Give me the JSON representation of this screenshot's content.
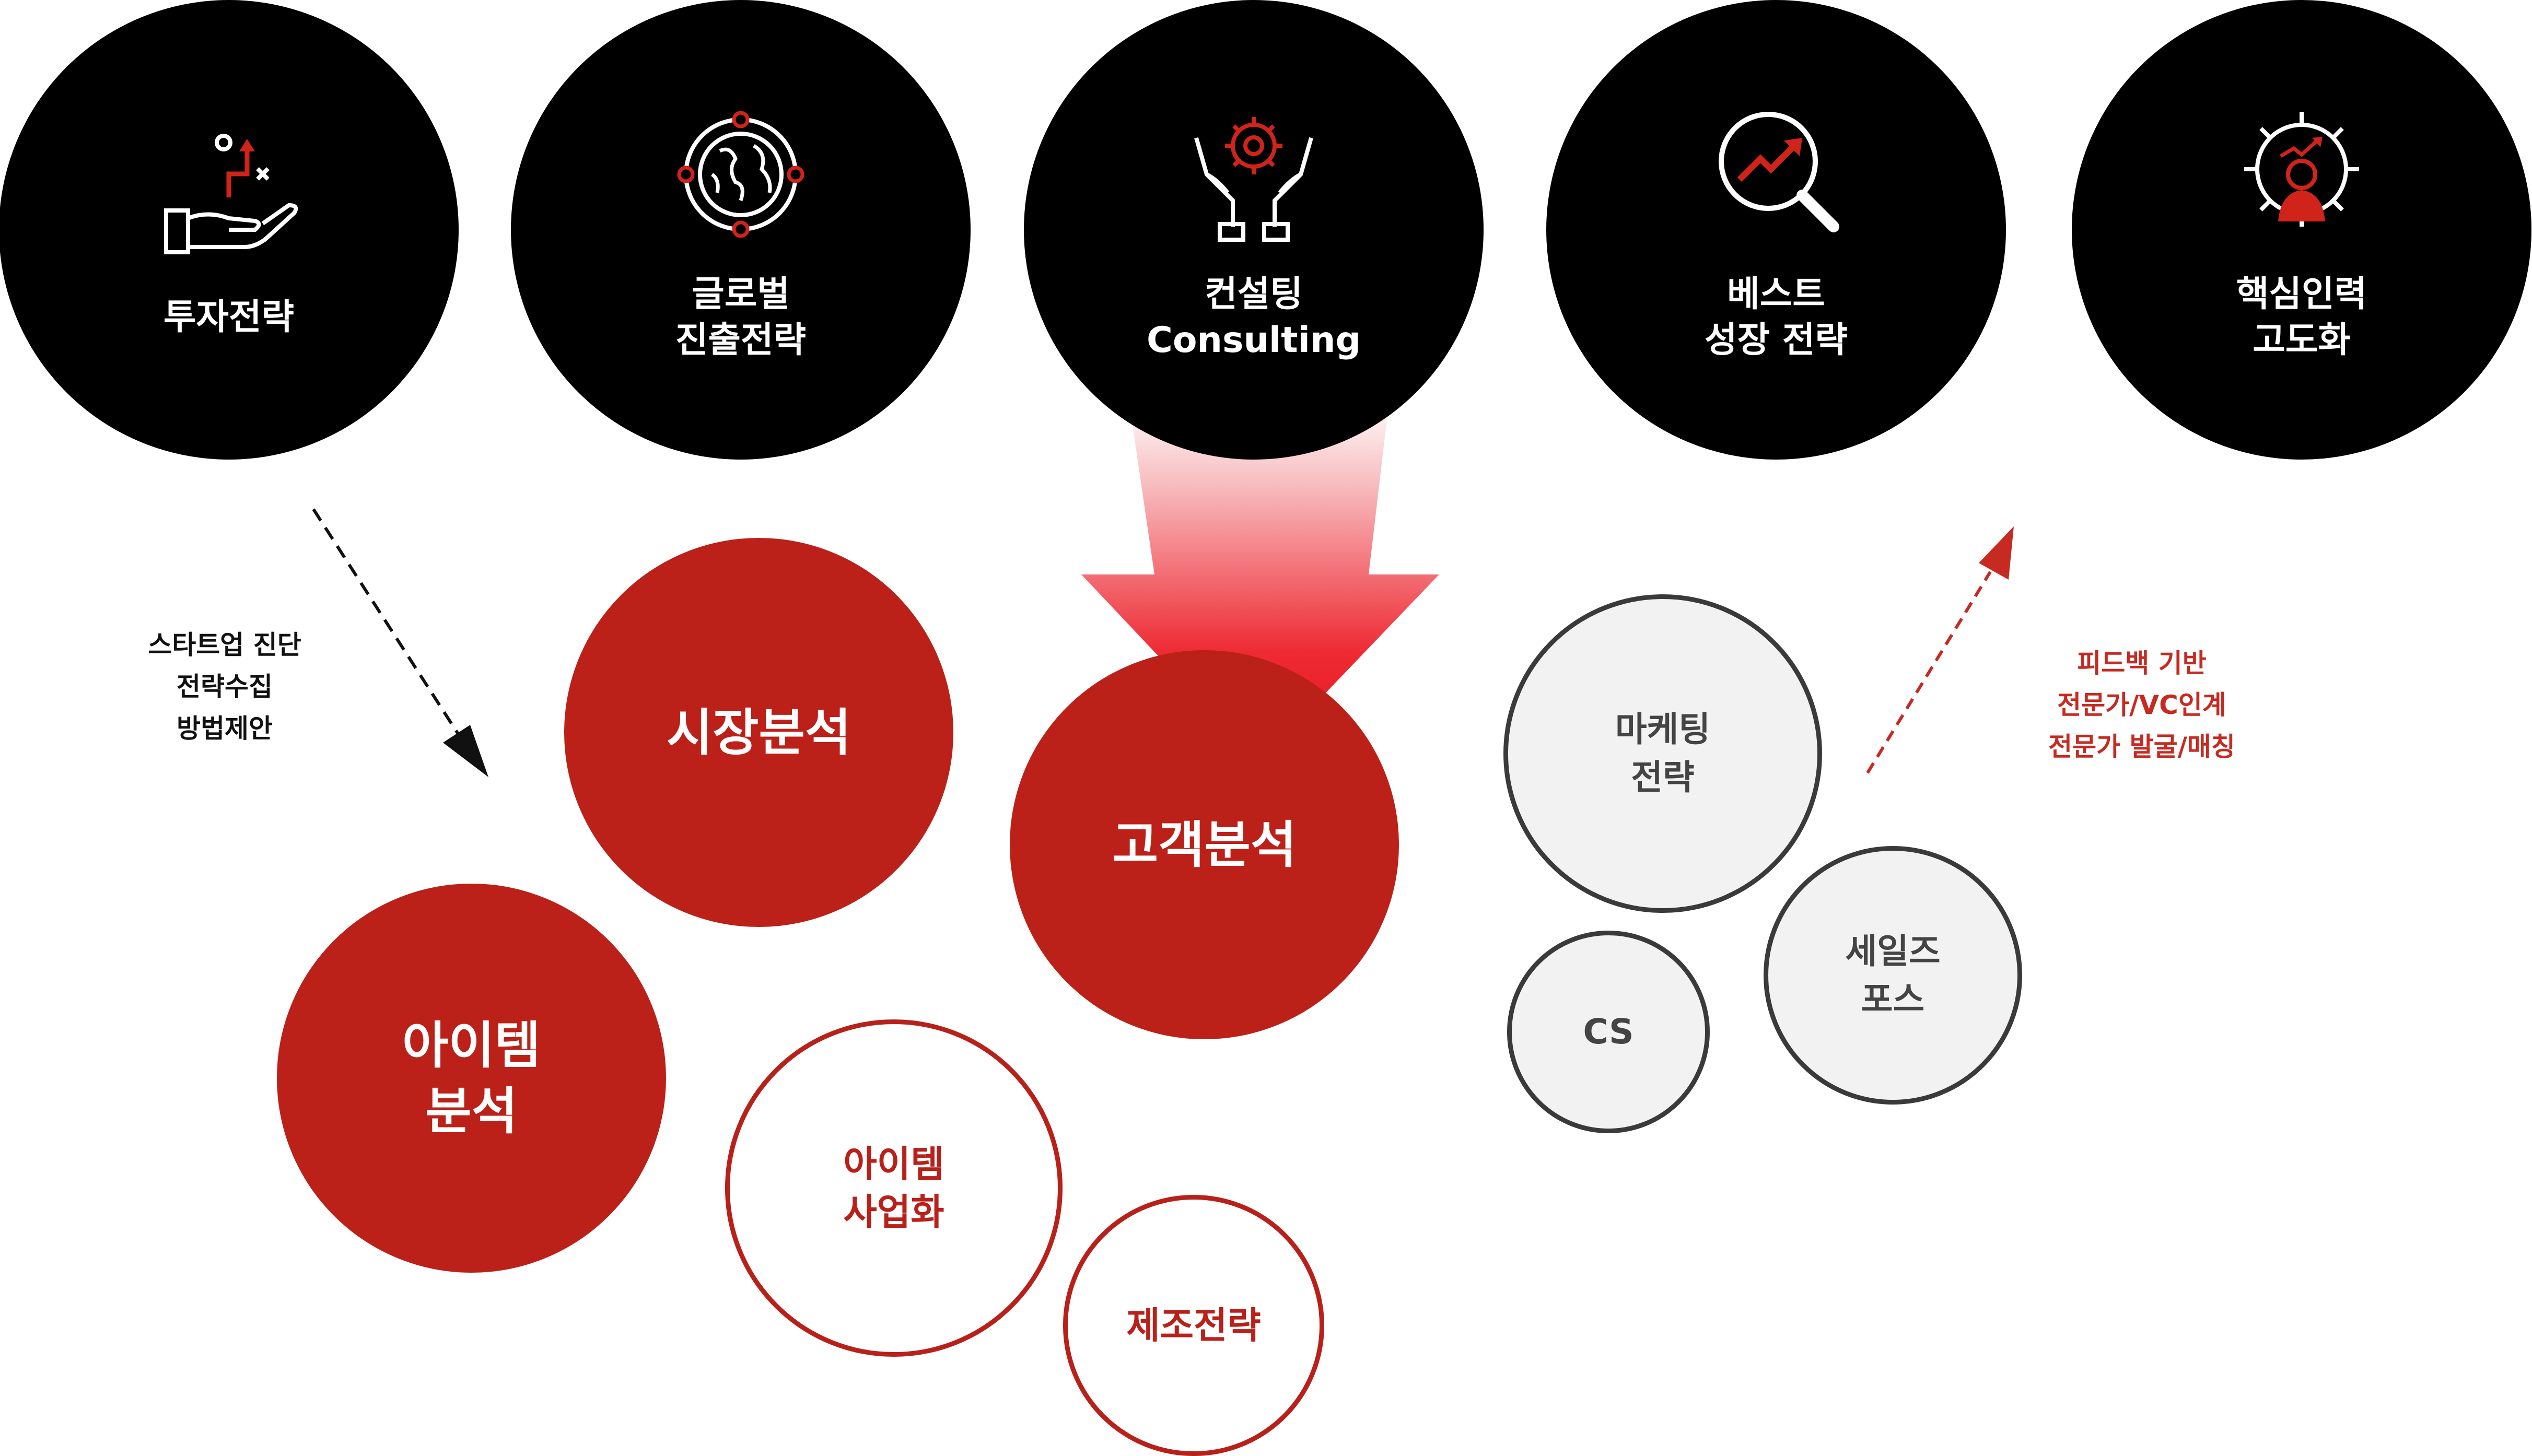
{
  "services": [
    {
      "label": "투자전략",
      "icon": "hand-strategy-icon"
    },
    {
      "label": "글로벌\n진출전략",
      "icon": "globe-icon"
    },
    {
      "label": "컨설팅\nConsulting",
      "icon": "gear-hands-icon"
    },
    {
      "label": "베스트\n성장 전략",
      "icon": "growth-magnifier-icon"
    },
    {
      "label": "핵심인력\n고도화",
      "icon": "gear-person-icon"
    }
  ],
  "analysis": {
    "market": "시장분석",
    "customer": "고객분석",
    "item": "아이템\n분석"
  },
  "outline_red": {
    "commercialization": "아이템\n사업화",
    "manufacturing": "제조전략"
  },
  "outline_grey": {
    "marketing": "마케팅\n전략",
    "cs": "CS",
    "salesforce": "세일즈\n포스"
  },
  "notes": {
    "left": [
      "스타트업 진단",
      "전략수집",
      "방법제안"
    ],
    "right": [
      "피드백 기반",
      "전문가/VC인계",
      "전문가 발굴/매칭"
    ]
  },
  "colors": {
    "black": "#000000",
    "red": "#bb2118",
    "arrow_red": "#ec1c24",
    "grey_fill": "#f2f2f2",
    "grey_stroke": "#3a3a3a"
  }
}
